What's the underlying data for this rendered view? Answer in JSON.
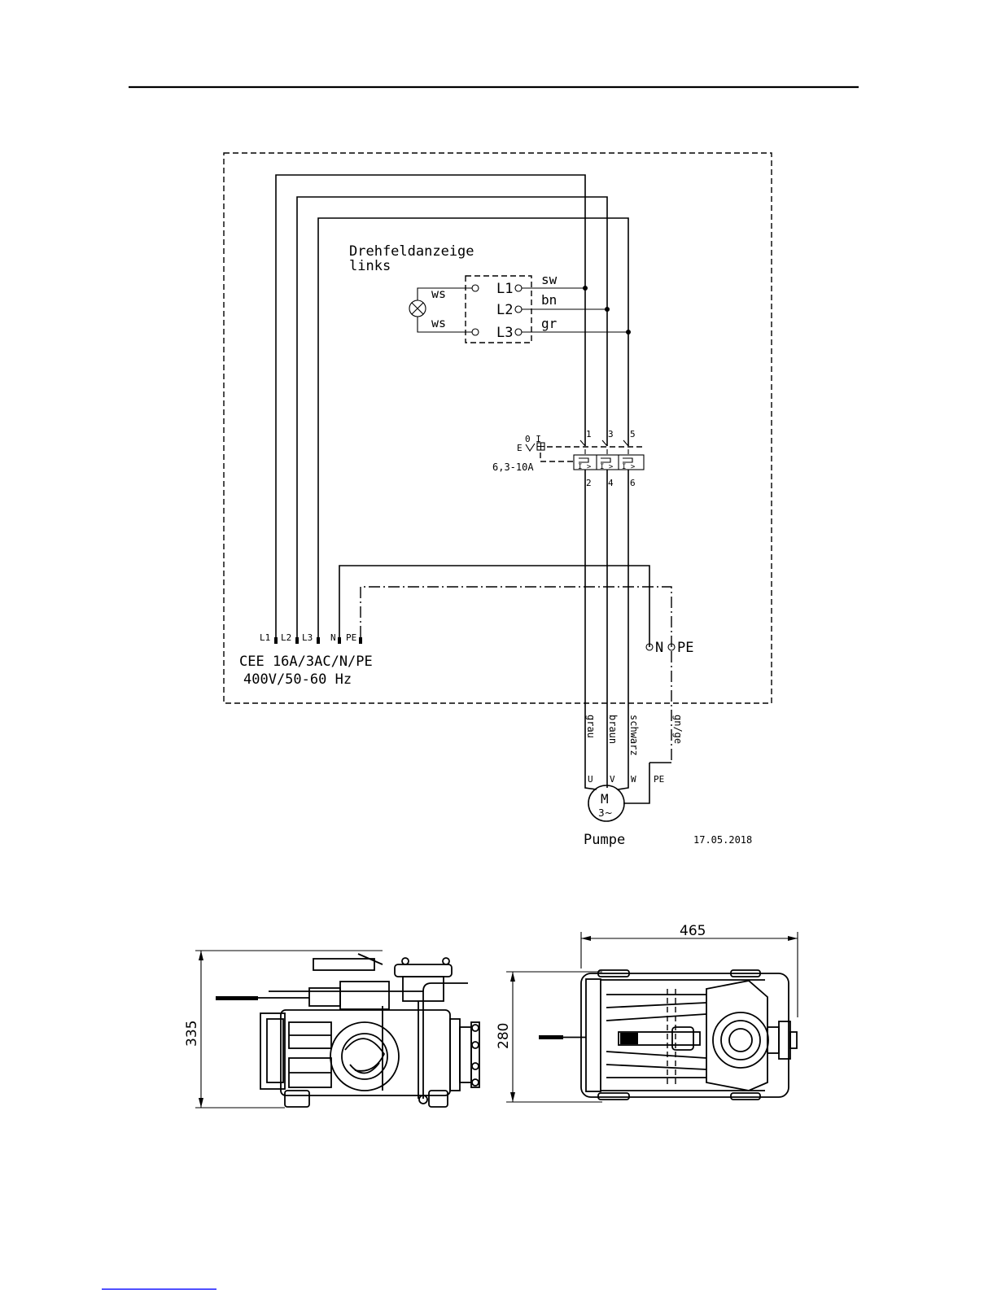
{
  "wiring": {
    "title_line1": "Drehfeldanzeige",
    "title_line2": "links",
    "indicator": {
      "lamp_wire_top": "ws",
      "lamp_wire_bottom": "ws",
      "terminal_l1": "L1",
      "terminal_l2": "L2",
      "terminal_l3": "L3",
      "wire_l1": "sw",
      "wire_l2": "bn",
      "wire_l3": "gr"
    },
    "breaker": {
      "top_terminals": [
        "1",
        "3",
        "5"
      ],
      "bottom_terminals": [
        "2",
        "4",
        "6"
      ],
      "switch_positions": "0 I",
      "actuator_label": "E",
      "trip_symbol": "I >",
      "rating": "6,3-10A"
    },
    "plug": {
      "pins": [
        "L1",
        "L2",
        "L3",
        "N",
        "PE"
      ],
      "spec_line1": "CEE 16A/3AC/N/PE",
      "spec_line2": "400V/50-60 Hz"
    },
    "terminal_block": {
      "n_label": "N",
      "pe_label": "PE"
    },
    "motor_cable": {
      "colors": [
        "grau",
        "braun",
        "schwarz",
        "gn/ge"
      ],
      "terminals": [
        "U",
        "V",
        "W",
        "PE"
      ]
    },
    "motor": {
      "symbol": "M",
      "phase": "3~",
      "name": "Pumpe"
    },
    "date": "17.05.2018"
  },
  "dimensions": {
    "side_height": "335",
    "top_width": "465",
    "top_depth": "280"
  }
}
